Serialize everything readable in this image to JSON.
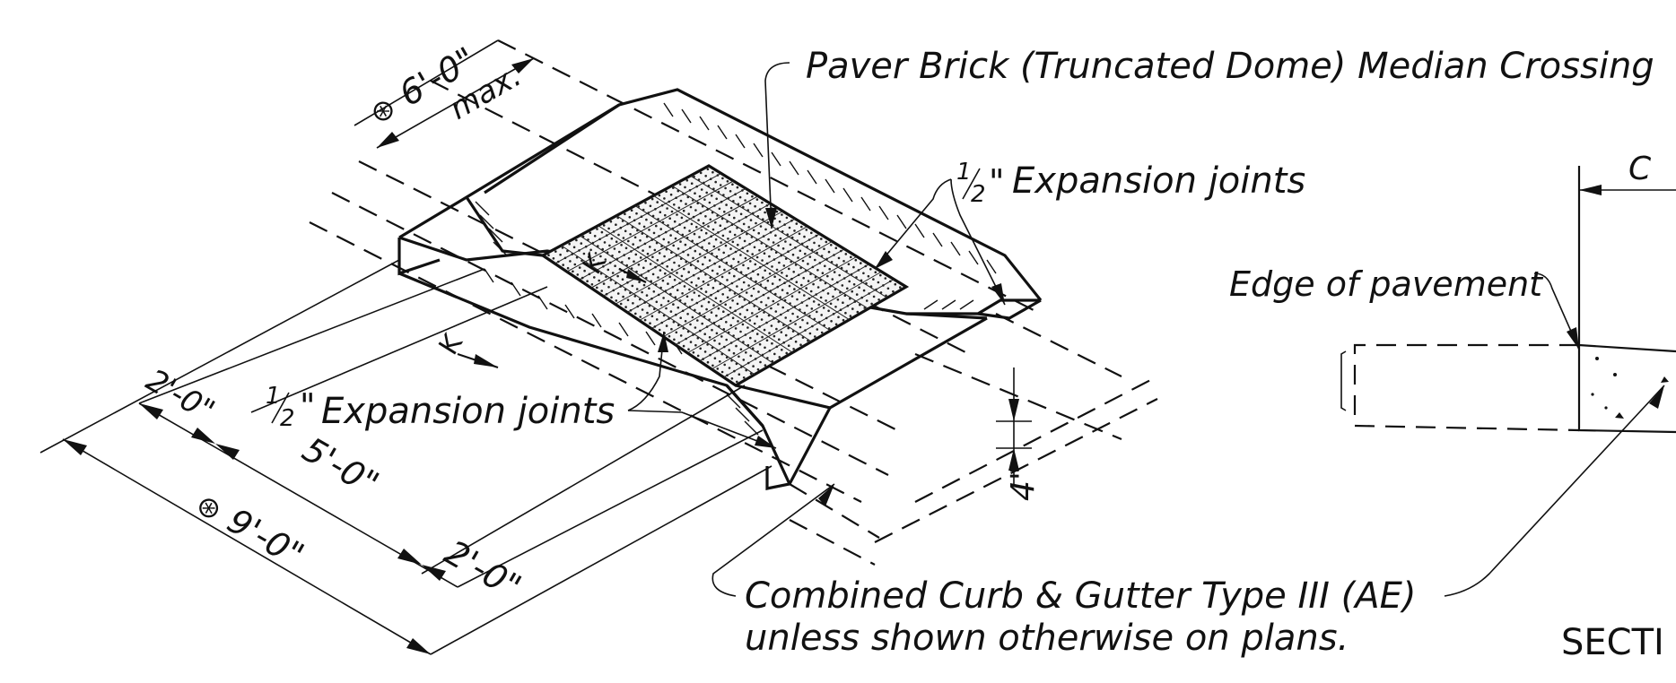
{
  "labels": {
    "title": "Paver Brick (Truncated Dome) Median Crossing",
    "expansion_upper": "Expansion joints",
    "expansion_lower": "Expansion joints",
    "half_num": "1",
    "half_den": "2",
    "inch": "\"",
    "edge_of_pavement": "Edge of pavement",
    "curb_line1": "Combined Curb & Gutter Type III (AE)",
    "curb_line2": "unless shown otherwise on plans.",
    "section": "SECTI",
    "section_marker": "C",
    "section_arrow": "K",
    "max": "max."
  },
  "dimensions": {
    "top_width": "6'-0\"",
    "total_width": "9'-0\"",
    "side_left": "2'-0\"",
    "middle": "5'-0\"",
    "side_right": "2'-0\"",
    "curb_height": "4\""
  },
  "symbols": {
    "asterisk": "⊛"
  }
}
